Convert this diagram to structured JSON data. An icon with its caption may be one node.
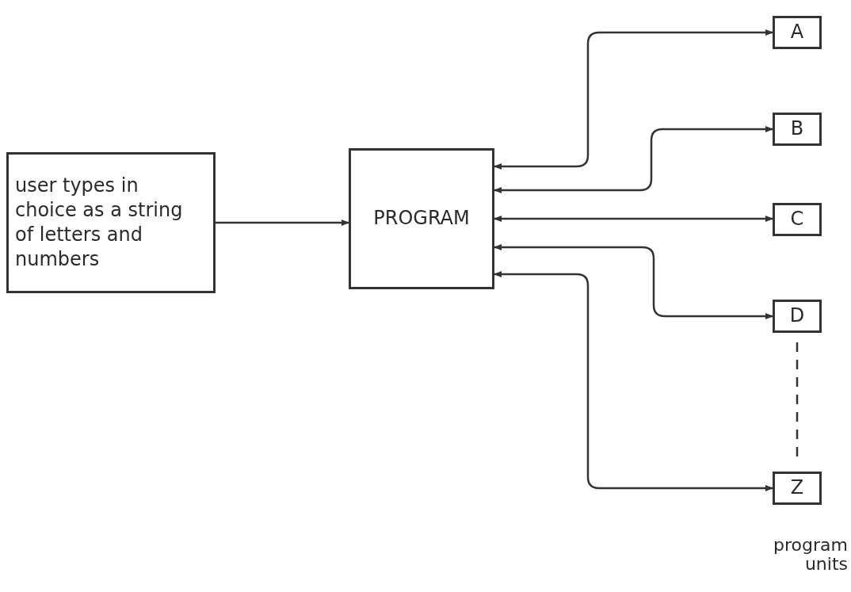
{
  "diagram": {
    "nodes": [
      {
        "text": [
          "user types in choice as a string of letters and numbers"
        ]
      },
      {
        "text": [
          "PROGRAM"
        ]
      },
      {
        "text": [
          "A"
        ]
      },
      {
        "text": [
          "B"
        ]
      },
      {
        "text": [
          "C"
        ]
      },
      {
        "text": [
          "D"
        ]
      },
      {
        "text": [
          "Z"
        ]
      }
    ],
    "edges": [
      {
        "from": 0,
        "to": 1,
        "arrow": "to"
      },
      {
        "from": 1,
        "to": 2,
        "arrow": "both"
      },
      {
        "from": 1,
        "to": 3,
        "arrow": "both"
      },
      {
        "from": 1,
        "to": 4,
        "arrow": "both"
      },
      {
        "from": 1,
        "to": 5,
        "arrow": "both"
      },
      {
        "from": 1,
        "to": 6,
        "arrow": "both"
      },
      {
        "from": 5,
        "to": 6,
        "arrow": "none",
        "style": "dashed"
      }
    ],
    "labels": [
      "program units"
    ]
  }
}
